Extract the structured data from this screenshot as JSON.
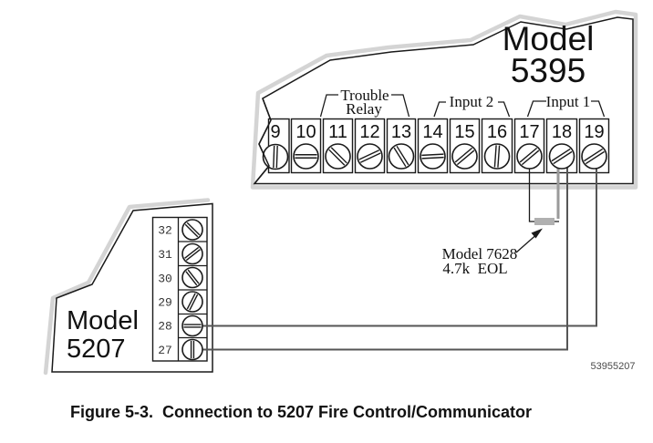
{
  "m5395": {
    "title_line1": "Model",
    "title_line2": "5395",
    "group_labels": {
      "trouble_line1": "Trouble",
      "trouble_line2": "Relay",
      "input2": "Input 2",
      "input1": "Input 1"
    },
    "terminals": [
      "9",
      "10",
      "11",
      "12",
      "13",
      "14",
      "15",
      "16",
      "17",
      "18",
      "19"
    ]
  },
  "m5207": {
    "title_line1": "Model",
    "title_line2": "5207",
    "terminals": [
      "32",
      "31",
      "30",
      "29",
      "28",
      "27"
    ]
  },
  "eol_label": {
    "line1": "Model 7628",
    "line2": "4.7k  EOL"
  },
  "caption": "Figure 5-3.  Connection to 5207 Fire Control/Communicator",
  "part_number": "53955207",
  "colors": {
    "line": "#1a1a1a",
    "wire": "#555555",
    "shadow": "#d4d4d4",
    "resistor": "#b0b0b0",
    "muted_text": "#4a4a4a"
  }
}
